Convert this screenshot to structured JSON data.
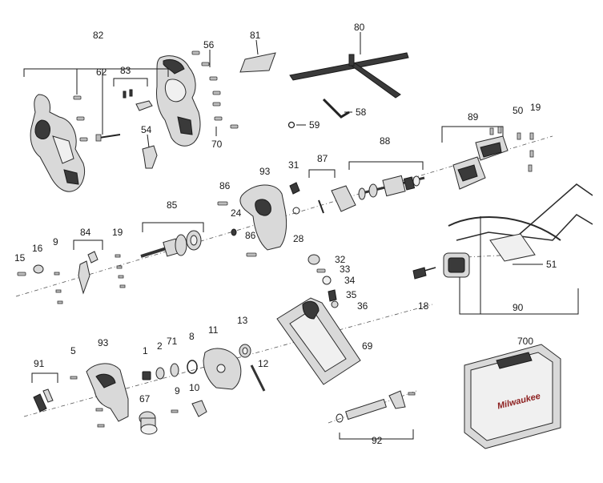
{
  "labels": {
    "l82": "82",
    "l81": "81",
    "l80": "80",
    "l56": "56",
    "l62": "62",
    "l83": "83",
    "l58": "58",
    "l59": "59",
    "l89": "89",
    "l50": "50",
    "l19a": "19",
    "l54": "54",
    "l70": "70",
    "l88": "88",
    "l87": "87",
    "l31": "31",
    "l93a": "93",
    "l86a": "86",
    "l85": "85",
    "l24": "24",
    "l86b": "86",
    "l28": "28",
    "l84": "84",
    "l19b": "19",
    "l9a": "9",
    "l16": "16",
    "l15": "15",
    "l32": "32",
    "l33": "33",
    "l34": "34",
    "l35": "35",
    "l36": "36",
    "l18": "18",
    "l51": "51",
    "l90": "90",
    "l69": "69",
    "l700": "700",
    "l91": "91",
    "l5": "5",
    "l93b": "93",
    "l1": "1",
    "l2": "2",
    "l71": "71",
    "l8": "8",
    "l11": "11",
    "l13": "13",
    "l12": "12",
    "l9b": "9",
    "l10": "10",
    "l67": "67",
    "l92": "92"
  },
  "case_brand": "Milwaukee"
}
